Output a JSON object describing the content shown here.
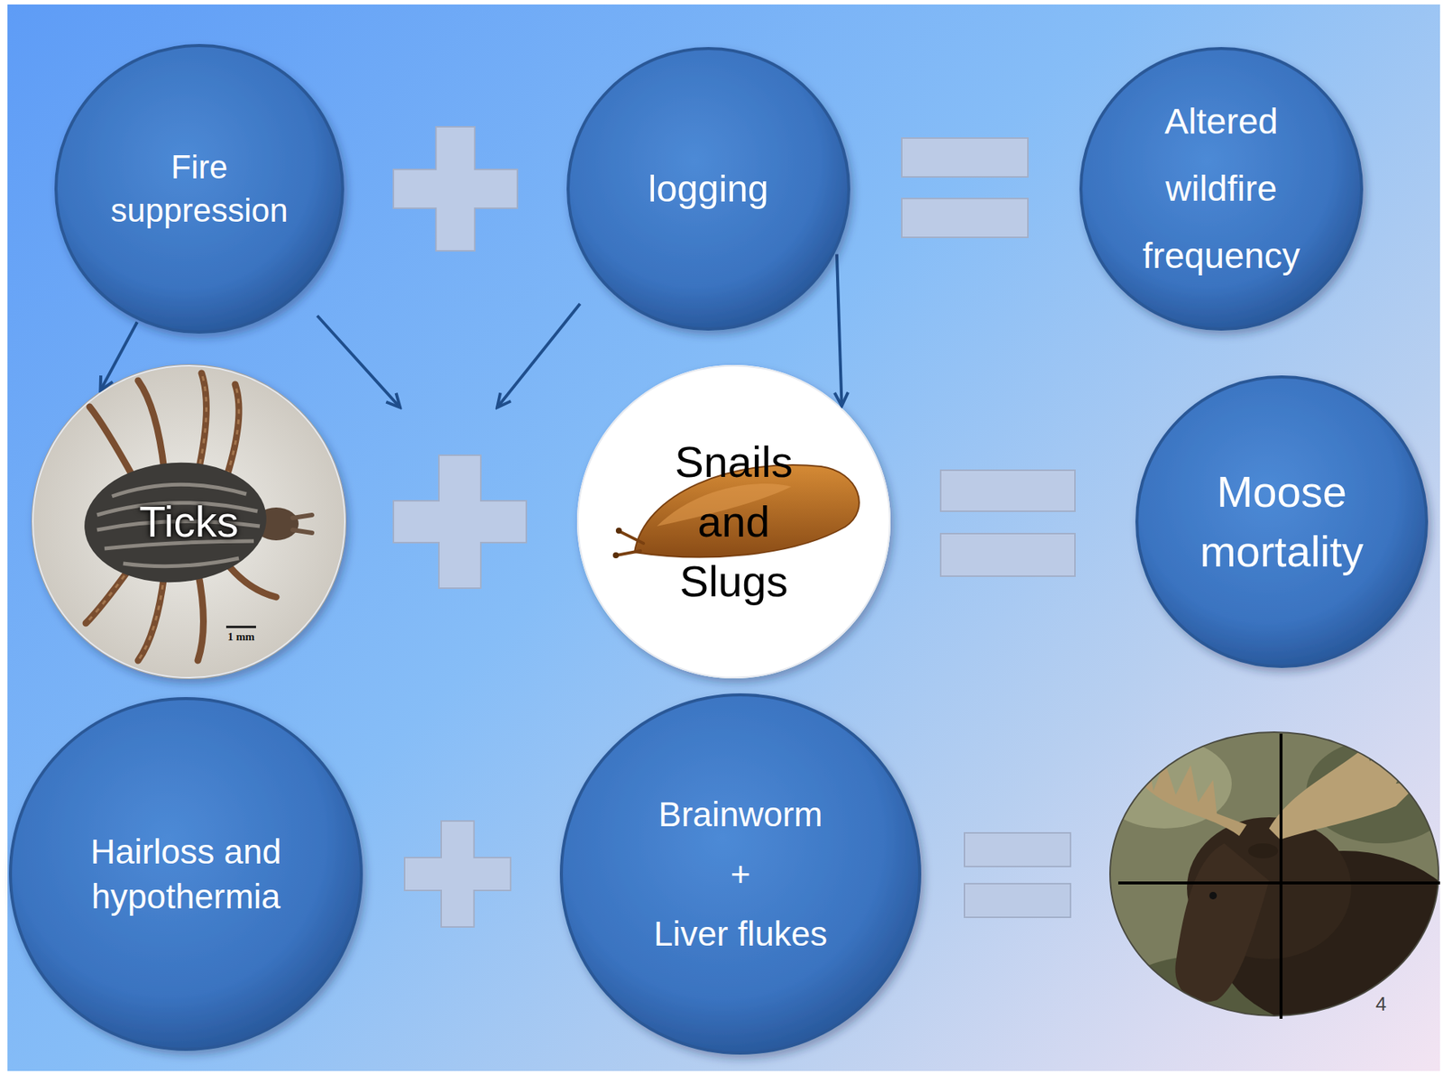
{
  "diagram": {
    "nodes": [
      {
        "text": [
          "Fire suppression"
        ]
      },
      {
        "text": [
          "logging"
        ]
      },
      {
        "text": [
          "Altered wildfire frequency"
        ]
      },
      {
        "text": [
          "Ticks"
        ]
      },
      {
        "text": [
          "Snails and Slugs"
        ]
      },
      {
        "text": [
          "Moose mortality"
        ]
      },
      {
        "text": [
          "Hairloss and hypothermia"
        ]
      },
      {
        "text": [
          "Brainworm",
          "+",
          "Liver flukes"
        ]
      }
    ],
    "edges": [
      {
        "from": 0,
        "to": 3,
        "arrow": "to"
      },
      {
        "from": 1,
        "to": 4,
        "arrow": "to"
      }
    ],
    "labels": [
      "1 mm",
      "4"
    ]
  }
}
